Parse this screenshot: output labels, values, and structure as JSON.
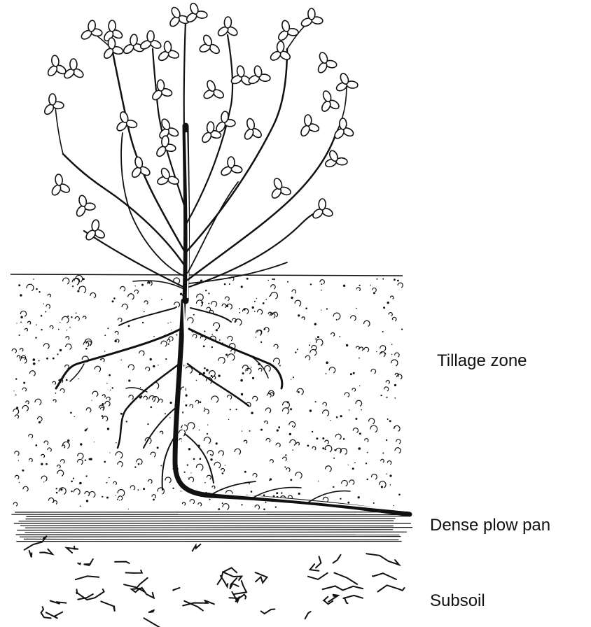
{
  "labels": {
    "tillage_zone": "Tillage zone",
    "plow_pan": "Dense plow pan",
    "subsoil": "Subsoil"
  },
  "colors": {
    "ink": "#111111",
    "background": "#ffffff"
  }
}
